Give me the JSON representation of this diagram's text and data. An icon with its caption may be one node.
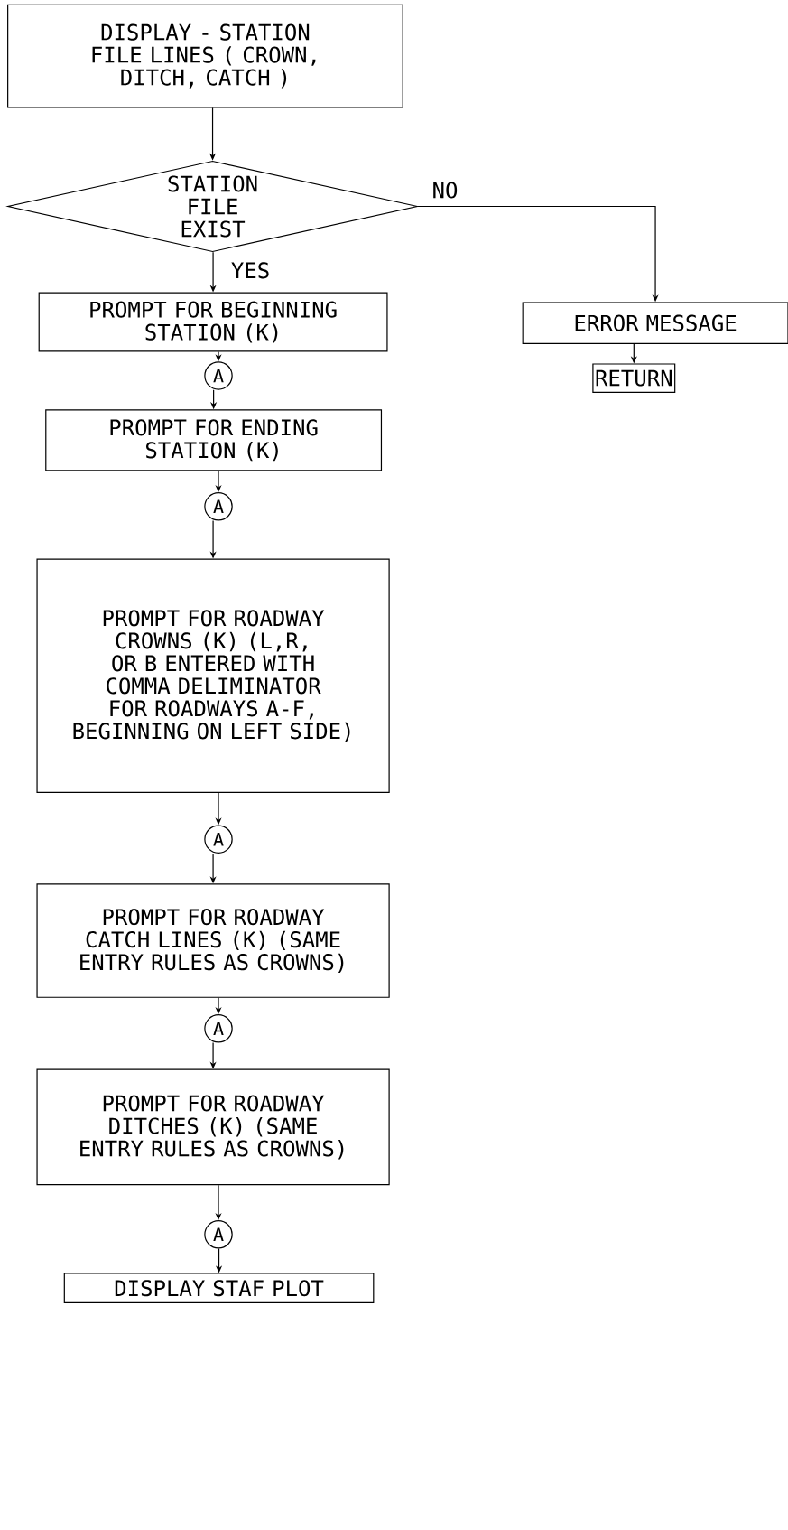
{
  "diagram": {
    "nodes": [
      {
        "text": [
          "DISPLAY - STATION FILE LINES ( CROWN, DITCH, CATCH )"
        ]
      },
      {
        "text": [
          "STATION FILE EXIST"
        ]
      },
      {
        "text": [
          "PROMPT FOR BEGINNING STATION (K)"
        ]
      },
      {
        "text": [
          "A"
        ]
      },
      {
        "text": [
          "PROMPT FOR ENDING STATION (K)"
        ]
      },
      {
        "text": [
          "A"
        ]
      },
      {
        "text": [
          "PROMPT FOR ROADWAY CROWNS (K) (L,R, OR B ENTERED WITH COMMA DELIMINATOR FOR ROADWAYS A-F, BEGINNING ON LEFT SIDE)"
        ]
      },
      {
        "text": [
          "A"
        ]
      },
      {
        "text": [
          "PROMPT FOR ROADWAY CATCH LINES (K) (SAME ENTRY RULES AS CROWNS)"
        ]
      },
      {
        "text": [
          "A"
        ]
      },
      {
        "text": [
          "PROMPT FOR ROADWAY DITCHES (K) (SAME ENTRY RULES AS CROWNS)"
        ]
      },
      {
        "text": [
          "A"
        ]
      },
      {
        "text": [
          "DISPLAY STAF PLOT"
        ]
      },
      {
        "text": [
          "ERROR MESSAGE"
        ]
      },
      {
        "text": [
          "RETURN"
        ]
      }
    ],
    "edges": [
      {
        "from": 0,
        "to": 1,
        "arrow": "to"
      },
      {
        "from": 1,
        "to": 2,
        "arrow": "to",
        "label": "YES"
      },
      {
        "from": 1,
        "to": 13,
        "arrow": "to",
        "label": "NO"
      },
      {
        "from": 2,
        "to": 3,
        "arrow": "to"
      },
      {
        "from": 3,
        "to": 4,
        "arrow": "to"
      },
      {
        "from": 4,
        "to": 5,
        "arrow": "to"
      },
      {
        "from": 5,
        "to": 6,
        "arrow": "to"
      },
      {
        "from": 6,
        "to": 7,
        "arrow": "to"
      },
      {
        "from": 7,
        "to": 8,
        "arrow": "to"
      },
      {
        "from": 8,
        "to": 9,
        "arrow": "to"
      },
      {
        "from": 9,
        "to": 10,
        "arrow": "to"
      },
      {
        "from": 10,
        "to": 11,
        "arrow": "to"
      },
      {
        "from": 11,
        "to": 12,
        "arrow": "to"
      },
      {
        "from": 13,
        "to": 14,
        "arrow": "to"
      }
    ]
  }
}
